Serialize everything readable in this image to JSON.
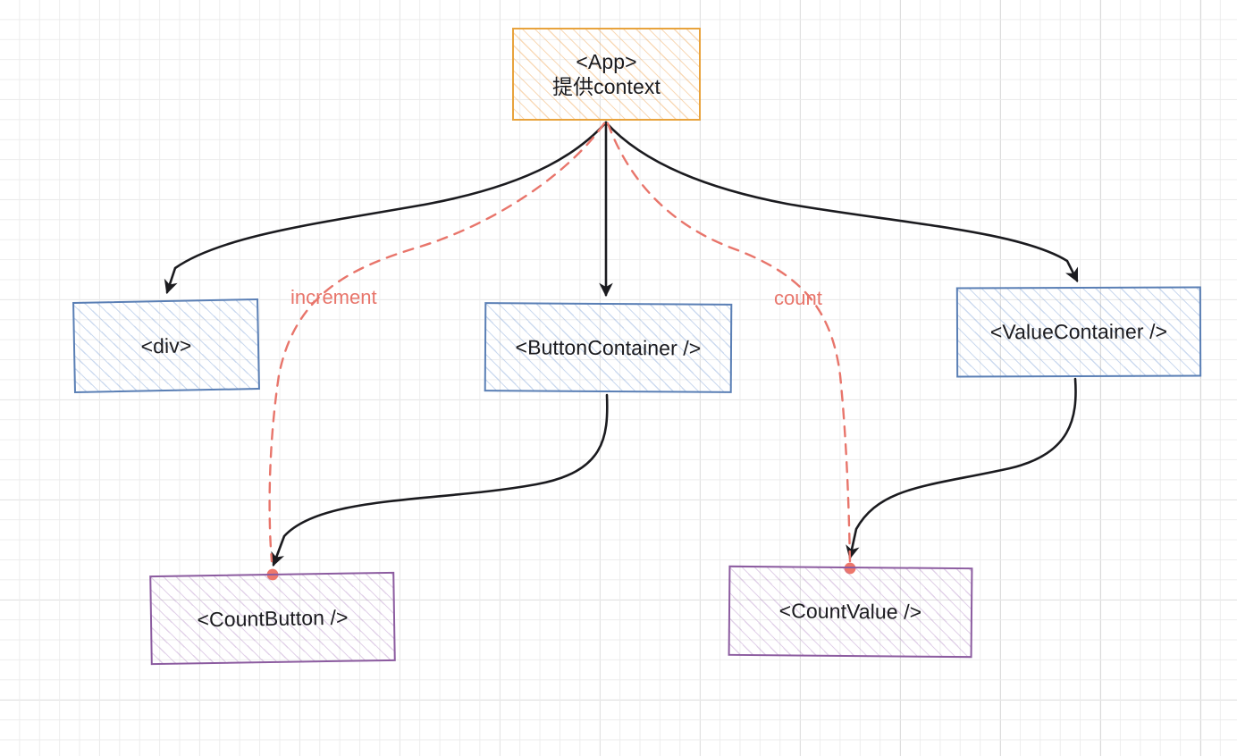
{
  "diagram": {
    "title": "React context component tree",
    "background": {
      "grid": "square-grid",
      "minor_color": "#ededed",
      "major_color": "#c9c9c9"
    },
    "colors": {
      "app_stroke": "#e8a33d",
      "container_stroke": "#5a7fb5",
      "leaf_stroke": "#8c5ca0",
      "context_edge": "#e8756b",
      "tree_edge": "#1b1b1f",
      "endpoint_dot": "#ec7063"
    },
    "nodes": [
      {
        "id": "app",
        "label": "<App>\n提供context",
        "shape": "rect",
        "stroke": "#e8a33d",
        "fill": "hachure-orange"
      },
      {
        "id": "div",
        "label": "<div>",
        "shape": "rect",
        "stroke": "#5a7fb5",
        "fill": "hachure-blue"
      },
      {
        "id": "buttoncontainer",
        "label": "<ButtonContainer />",
        "shape": "rect",
        "stroke": "#5a7fb5",
        "fill": "hachure-blue"
      },
      {
        "id": "valuecontainer",
        "label": "<ValueContainer />",
        "shape": "rect",
        "stroke": "#5a7fb5",
        "fill": "hachure-blue"
      },
      {
        "id": "countbutton",
        "label": "<CountButton />",
        "shape": "rect",
        "stroke": "#8c5ca0",
        "fill": "hachure-purple"
      },
      {
        "id": "countvalue",
        "label": "<CountValue />",
        "shape": "rect",
        "stroke": "#8c5ca0",
        "fill": "hachure-purple"
      }
    ],
    "edges": [
      {
        "id": "app-div",
        "from": "app",
        "to": "div",
        "style": "solid",
        "color": "#1b1b1f",
        "label": ""
      },
      {
        "id": "app-buttoncontainer",
        "from": "app",
        "to": "buttoncontainer",
        "style": "solid",
        "color": "#1b1b1f",
        "label": ""
      },
      {
        "id": "app-valuecontainer",
        "from": "app",
        "to": "valuecontainer",
        "style": "solid",
        "color": "#1b1b1f",
        "label": ""
      },
      {
        "id": "buttoncontainer-countbutton",
        "from": "buttoncontainer",
        "to": "countbutton",
        "style": "solid",
        "color": "#1b1b1f",
        "label": ""
      },
      {
        "id": "valuecontainer-countvalue",
        "from": "valuecontainer",
        "to": "countvalue",
        "style": "solid",
        "color": "#1b1b1f",
        "label": ""
      },
      {
        "id": "app-countbutton-increment",
        "from": "app",
        "to": "countbutton",
        "style": "dashed",
        "color": "#e8756b",
        "label": "increment"
      },
      {
        "id": "app-countvalue-count",
        "from": "app",
        "to": "countvalue",
        "style": "dashed",
        "color": "#e8756b",
        "label": "count"
      }
    ],
    "edge_labels": {
      "increment": "increment",
      "count": "count"
    }
  }
}
